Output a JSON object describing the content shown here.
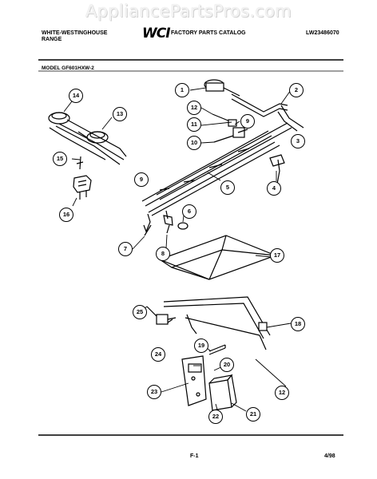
{
  "watermark": "AppliancePartsPros.com",
  "header": {
    "brand_line1": "WHITE-WESTINGHOUSE",
    "brand_line2": "RANGE",
    "logo": "WCI",
    "catalog_title": "FACTORY PARTS CATALOG",
    "catalog_number": "LW23486070",
    "model": "MODEL GF601HXW-2"
  },
  "callouts": [
    "14",
    "13",
    "15",
    "16",
    "1",
    "2",
    "12",
    "11",
    "9",
    "10",
    "3",
    "4",
    "5",
    "6",
    "7",
    "8",
    "17",
    "18",
    "19",
    "20",
    "24",
    "25",
    "23",
    "22",
    "21",
    "12"
  ],
  "footer": {
    "page": "F-1",
    "date": "4/98"
  }
}
